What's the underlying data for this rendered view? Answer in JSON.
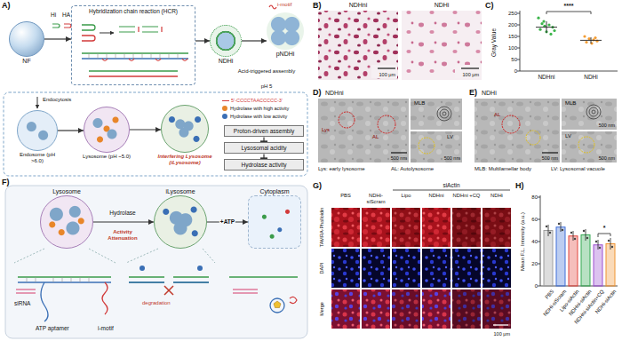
{
  "diagram": {
    "nodes": [
      {
        "text": [
          "NF"
        ]
      },
      {
        "text": [
          "Hybridization chain reaction (HCR)"
        ]
      },
      {
        "text": [
          "NDHi"
        ]
      },
      {
        "text": [
          "pNDHi"
        ]
      },
      {
        "text": [
          "Endosome (pH >6.0)"
        ]
      },
      {
        "text": [
          "Lysosome (pH ~5.0)"
        ]
      },
      {
        "text": [
          "Interfering Lysosome (iLysosome)"
        ]
      },
      {
        "text": [
          "Proton-driven assembly"
        ]
      },
      {
        "text": [
          "Lysosomal acidity"
        ]
      },
      {
        "text": [
          "Hydrolase activity"
        ]
      },
      {
        "text": [
          "Lysosome"
        ]
      },
      {
        "text": [
          "iLysosome"
        ]
      },
      {
        "text": [
          "Cytoplasm"
        ]
      }
    ],
    "edges": [
      {
        "from": 0,
        "to": 1,
        "arrow": "to"
      },
      {
        "from": 1,
        "to": 2,
        "arrow": "to"
      },
      {
        "from": 2,
        "to": 3,
        "arrow": "to"
      },
      {
        "from": 4,
        "to": 5,
        "arrow": "to"
      },
      {
        "from": 5,
        "to": 6,
        "arrow": "to"
      },
      {
        "from": 7,
        "to": 8,
        "arrow": "to"
      },
      {
        "from": 8,
        "to": 9,
        "arrow": "to"
      },
      {
        "from": 10,
        "to": 11,
        "arrow": "to"
      },
      {
        "from": 11,
        "to": 12,
        "arrow": "to",
        "label": "+ATP"
      }
    ],
    "labels": [
      "A)",
      "Hi",
      "HA",
      "i-motif",
      "Acid-triggered assembly",
      "pH 5",
      "Endocytosis",
      "B)",
      "NDHni",
      "NDHi",
      "100 μm",
      "100 μm",
      "C)",
      "Gray Value",
      "250",
      "200",
      "150",
      "100",
      "50",
      "0",
      "****",
      "NDHni",
      "NDHi",
      "D)",
      "NDHni",
      "Lys",
      "AL",
      "LV",
      "MLB",
      "500 nm",
      "500 nm",
      "Lys: early lysosome",
      "AL: Autolysosome",
      "E)",
      "NDHi",
      "AL",
      "MLB",
      "LV",
      "500 nm",
      "500 nm",
      "500 nm",
      "MLB: Multilamellar body",
      "LV: Lysosomal vacuole",
      "F)",
      "Hydrolase",
      "Activity Attenuation",
      "degradation",
      "siRNA",
      "ATP aptamer",
      "i-motif",
      "G)",
      "siActin",
      "PBS",
      "NDHi-siScram",
      "Lipo",
      "NDHni",
      "NDHni +CQ",
      "NDHi",
      "TAMRA-Phalloidin",
      "DAPI",
      "Merge",
      "100 μm",
      "H)",
      "Mean F.L. Intensity (a.u.)",
      "80",
      "60",
      "40",
      "20",
      "0",
      "*",
      "PBS",
      "NDHi-siScram",
      "Lipo-siActin",
      "NDHni-siActin",
      "NDHni-siActin+CQ",
      "NDHi-siActin"
    ],
    "legend": [
      {
        "text": "5'-CCCCTAACCCCC-3'"
      },
      {
        "text": "Hydrolase with high activity",
        "color": "#e8862a"
      },
      {
        "text": "Hydrolase with low activity",
        "color": "#3a6fb5"
      }
    ]
  }
}
